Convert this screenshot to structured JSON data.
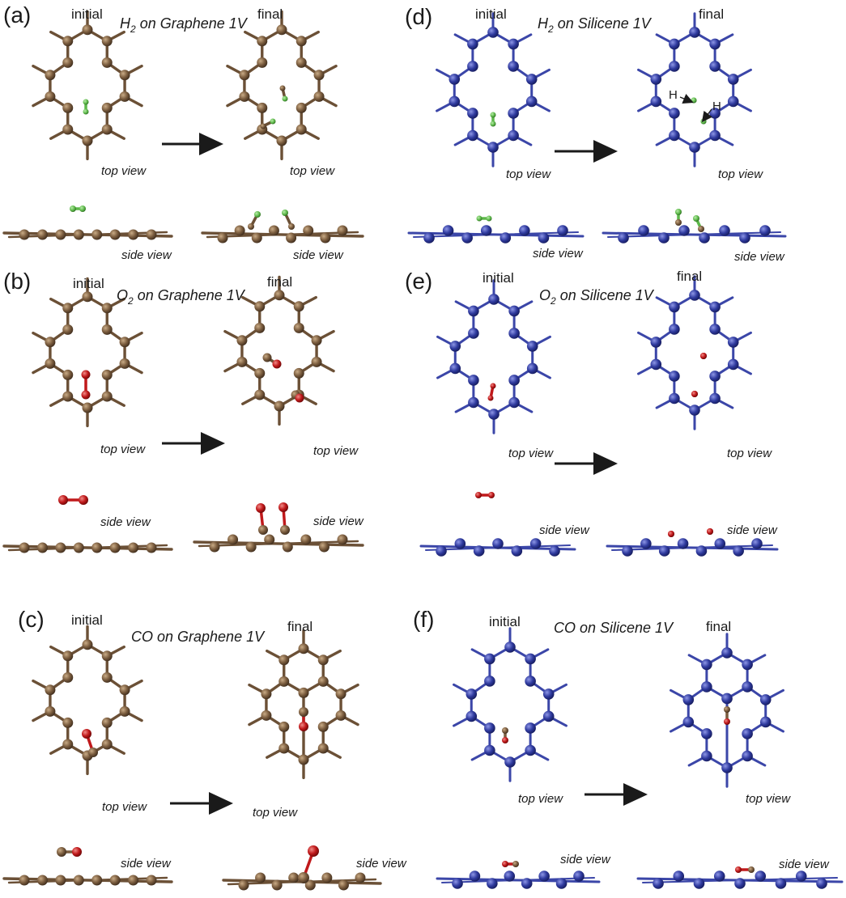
{
  "colors": {
    "carbon": "#7a5c3e",
    "carbon_bond": "#6b5036",
    "silicon": "#2f3a9e",
    "silicon_bond": "#3b46a8",
    "hydrogen": "#5db84a",
    "oxygen": "#c0191b"
  },
  "panels": {
    "a": {
      "label": "(a)",
      "initial": "initial",
      "final": "final",
      "title_mol": "H",
      "title_sub": "2",
      "title_rest": " on Graphene 1V",
      "top_view": "top view",
      "side_view": "side view"
    },
    "b": {
      "label": "(b)",
      "initial": "initial",
      "final": "final",
      "title_mol": "O",
      "title_sub": "2",
      "title_rest": " on Graphene 1V",
      "top_view": "top view",
      "side_view": "side view"
    },
    "c": {
      "label": "(c)",
      "initial": "initial",
      "final": "final",
      "title_mol": "CO",
      "title_sub": "",
      "title_rest": " on Graphene 1V",
      "top_view": "top view",
      "side_view": "side view"
    },
    "d": {
      "label": "(d)",
      "initial": "initial",
      "final": "final",
      "title_mol": "H",
      "title_sub": "2",
      "title_rest": " on Silicene 1V",
      "top_view": "top view",
      "side_view": "side view",
      "h_label": "H"
    },
    "e": {
      "label": "(e)",
      "initial": "initial",
      "final": "final",
      "title_mol": "O",
      "title_sub": "2",
      "title_rest": " on Silicene 1V",
      "top_view": "top view",
      "side_view": "side view"
    },
    "f": {
      "label": "(f)",
      "initial": "initial",
      "final": "final",
      "title_mol": "CO",
      "title_sub": "",
      "title_rest": " on Silicene 1V",
      "top_view": "top view",
      "side_view": "side view"
    }
  }
}
